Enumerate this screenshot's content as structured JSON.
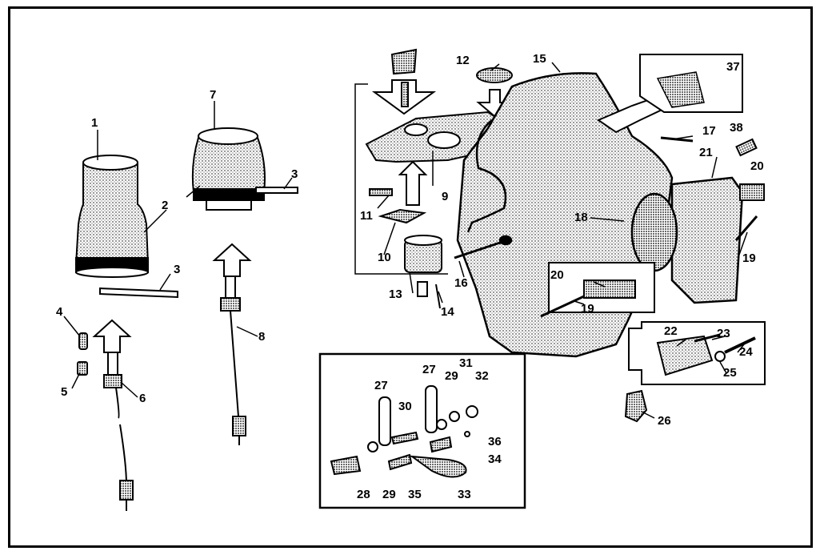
{
  "labels": {
    "l1": "1",
    "l2": "2",
    "l3a": "3",
    "l3b": "3",
    "l4": "4",
    "l5": "5",
    "l6": "6",
    "l7": "7",
    "l8": "8",
    "l9": "9",
    "l10": "10",
    "l11": "11",
    "l12": "12",
    "l13": "13",
    "l14": "14",
    "l15": "15",
    "l16": "16",
    "l17": "17",
    "l18": "18",
    "l19a": "19",
    "l19b": "19",
    "l20a": "20",
    "l20b": "20",
    "l21": "21",
    "l22": "22",
    "l23": "23",
    "l24": "24",
    "l25": "25",
    "l26": "26",
    "l27a": "27",
    "l27b": "27",
    "l28": "28",
    "l29a": "29",
    "l29b": "29",
    "l30": "30",
    "l31": "31",
    "l32": "32",
    "l33": "33",
    "l34": "34",
    "l35": "35",
    "l36": "36",
    "l37": "37",
    "l38": "38"
  }
}
